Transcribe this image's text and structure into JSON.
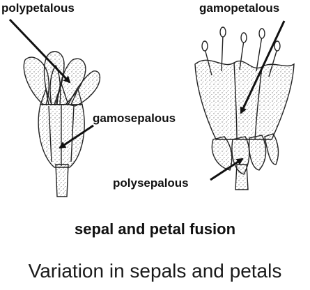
{
  "labels": {
    "polypetalous": "polypetalous",
    "gamopetalous": "gamopetalous",
    "gamosepalous": "gamosepalous",
    "polysepalous": "polysepalous"
  },
  "figure_title": "sepal and petal fusion",
  "caption": "Variation in sepals and petals"
}
